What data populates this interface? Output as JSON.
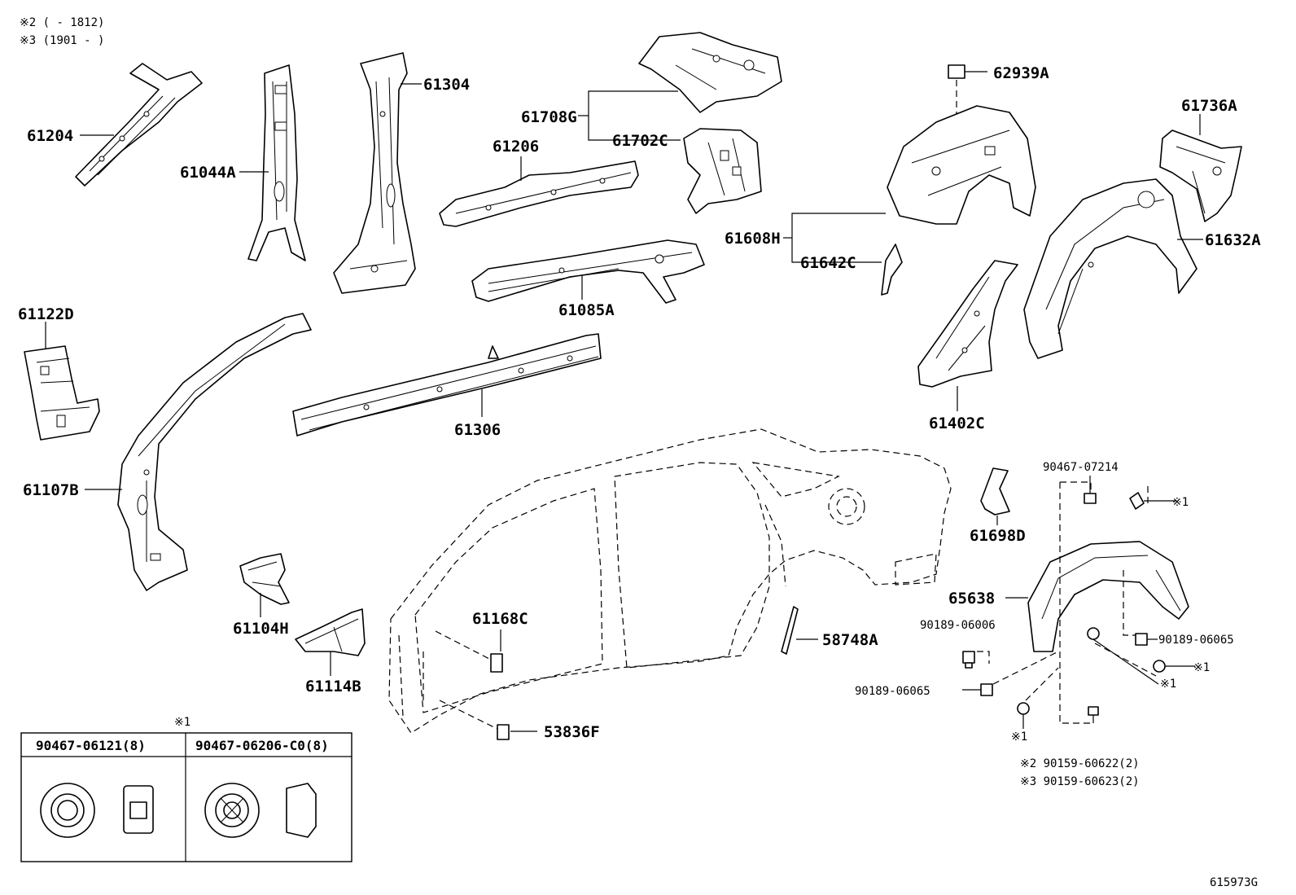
{
  "notes": {
    "note2": "※2 (      - 1812)",
    "note3": "※3 (1901 -      )"
  },
  "labels": {
    "p61204": "61204",
    "p61044A": "61044A",
    "p61304": "61304",
    "p61708G": "61708G",
    "p61702C": "61702C",
    "p61206": "61206",
    "p61085A": "61085A",
    "p62939A": "62939A",
    "p61736A": "61736A",
    "p61608H": "61608H",
    "p61642C": "61642C",
    "p61632A": "61632A",
    "p61402C": "61402C",
    "p61122D": "61122D",
    "p61107B": "61107B",
    "p61306": "61306",
    "p61104H": "61104H",
    "p61114B": "61114B",
    "p61168C": "61168C",
    "p53836F": "53836F",
    "p58748A": "58748A",
    "p61698D": "61698D",
    "p65638": "65638",
    "p90467_07214": "90467-07214",
    "p90189_06006": "90189-06006",
    "p90189_06065_right": "90189-06065",
    "p90189_06065_left": "90189-06065",
    "mark1_top": "※1",
    "mark1_mid": "※1",
    "mark1_low": "※1",
    "mark1_bottom": "※1",
    "p90159_60622": "※2 90159-60622(2)",
    "p90159_60623": "※3 90159-60623(2)",
    "diagram_id": "615973G"
  },
  "fastener_table": {
    "mark": "※1",
    "headers": [
      "90467-06121(8)",
      "90467-06206-C0(8)"
    ]
  }
}
